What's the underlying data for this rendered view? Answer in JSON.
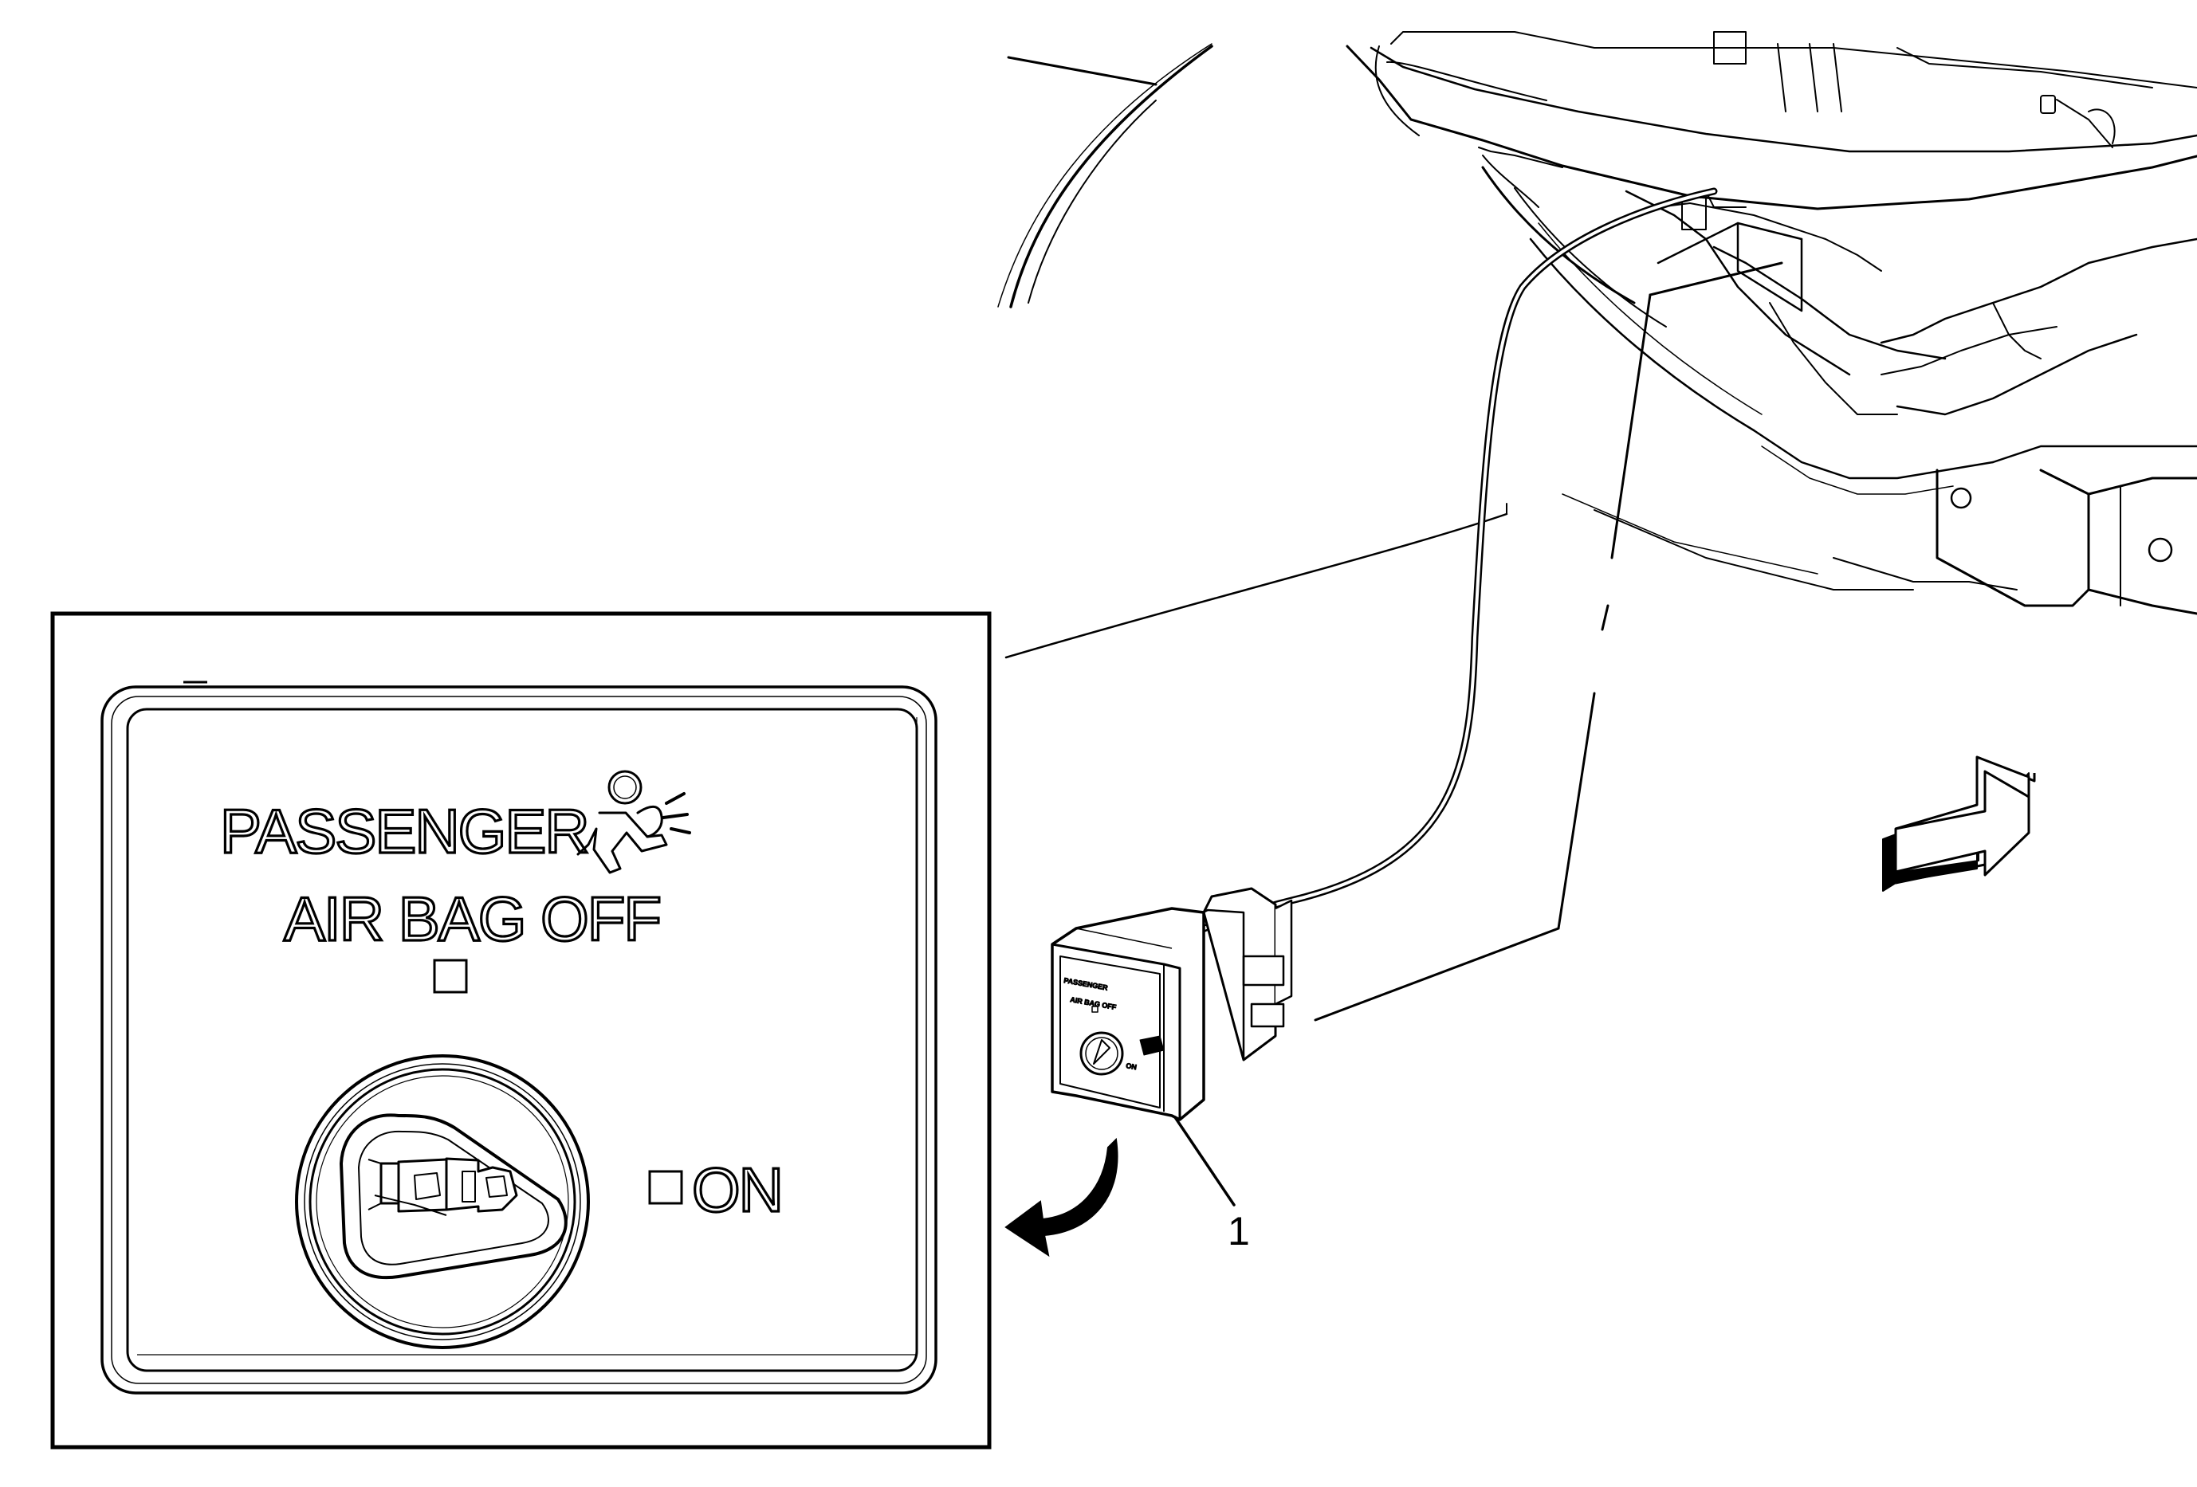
{
  "switch_face": {
    "label_passenger": "PASSENGER",
    "label_airbag_off": "AIR BAG OFF",
    "label_on": "ON",
    "icon": "airbag-occupant-icon"
  },
  "callouts": [
    {
      "number": "1",
      "part": "passenger-airbag-switch"
    }
  ],
  "arrows": {
    "rotation": "curved-removal-arrow-icon",
    "direction": "forward-direction-arrow-icon"
  },
  "colors": {
    "line": "#000000",
    "background": "#ffffff",
    "lead_line": "#000000"
  }
}
